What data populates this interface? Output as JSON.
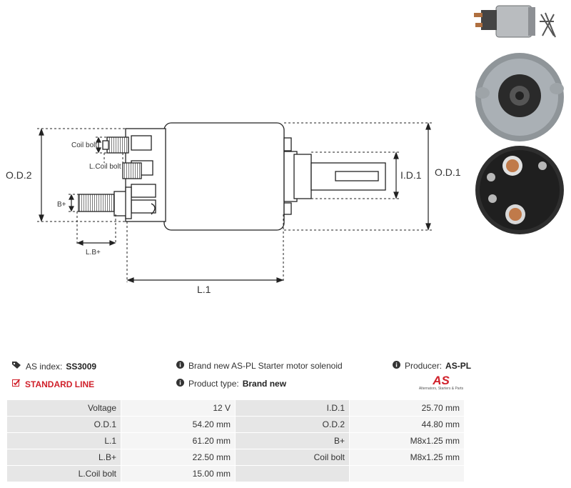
{
  "drawing": {
    "labels": {
      "od2": "O.D.2",
      "od1": "O.D.1",
      "id1": "I.D.1",
      "l1": "L.1",
      "lb": "L.B+",
      "bplus": "B+",
      "coil_bolt": "Coil bolt",
      "lcoil_bolt": "L.Coil bolt"
    }
  },
  "info": {
    "as_index_label": "AS index:",
    "as_index_value": "SS3009",
    "line": "STANDARD LINE",
    "description": "Brand new AS-PL Starter motor solenoid",
    "product_type_label": "Product type:",
    "product_type_value": "Brand new",
    "producer_label": "Producer:",
    "producer_value": "AS-PL",
    "logo_text": "AS",
    "logo_tagline": "Alternators, Starters & Parts"
  },
  "colors": {
    "accent": "#d0202a",
    "cell": "#f1f1f1",
    "key_cell": "#e6e6e6"
  },
  "specs": [
    {
      "k1": "Voltage",
      "v1": "12 V",
      "k2": "I.D.1",
      "v2": "25.70 mm"
    },
    {
      "k1": "O.D.1",
      "v1": "54.20 mm",
      "k2": "O.D.2",
      "v2": "44.80 mm"
    },
    {
      "k1": "L.1",
      "v1": "61.20 mm",
      "k2": "B+",
      "v2": "M8x1.25 mm"
    },
    {
      "k1": "L.B+",
      "v1": "22.50 mm",
      "k2": "Coil bolt",
      "v2": "M8x1.25 mm"
    },
    {
      "k1": "L.Coil bolt",
      "v1": "15.00 mm",
      "k2": "",
      "v2": ""
    }
  ]
}
